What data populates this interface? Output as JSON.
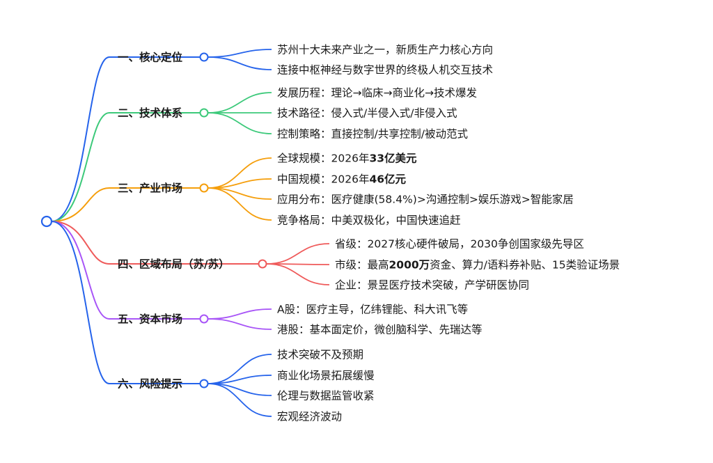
{
  "mindmap": {
    "root": "",
    "branches": [
      {
        "label": "一、核心定位",
        "color": "#2563eb",
        "items": [
          {
            "parts": [
              {
                "text": "苏州十大未来产业之一，新质生产力核心方向"
              }
            ]
          },
          {
            "parts": [
              {
                "text": "连接中枢神经与数字世界的终极人机交互技术"
              }
            ]
          }
        ]
      },
      {
        "label": "二、技术体系",
        "color": "#3cc97a",
        "items": [
          {
            "parts": [
              {
                "text": "发展历程：理论→临床→商业化→技术爆发"
              }
            ]
          },
          {
            "parts": [
              {
                "text": "技术路径：侵入式/半侵入式/非侵入式"
              }
            ]
          },
          {
            "parts": [
              {
                "text": "控制策略：直接控制/共享控制/被动范式"
              }
            ]
          }
        ]
      },
      {
        "label": "三、产业市场",
        "color": "#f59e0b",
        "items": [
          {
            "parts": [
              {
                "text": "全球规模：2026年"
              },
              {
                "text": "33亿美元",
                "bold": true
              }
            ]
          },
          {
            "parts": [
              {
                "text": "中国规模：2026年"
              },
              {
                "text": "46亿元",
                "bold": true
              }
            ]
          },
          {
            "parts": [
              {
                "text": "应用分布：医疗健康(58.4%)>沟通控制>娱乐游戏>智能家居"
              }
            ]
          },
          {
            "parts": [
              {
                "text": "竞争格局：中美双极化，中国快速追赶"
              }
            ]
          }
        ]
      },
      {
        "label": "四、区域布局（苏/苏）",
        "color": "#ef5a5a",
        "items": [
          {
            "parts": [
              {
                "text": "省级：2027核心硬件破局，2030争创国家级先导区"
              }
            ]
          },
          {
            "parts": [
              {
                "text": "市级：最高"
              },
              {
                "text": "2000万",
                "bold": true
              },
              {
                "text": "资金、算力/语料券补贴、15类验证场景"
              }
            ]
          },
          {
            "parts": [
              {
                "text": "企业：景昱医疗技术突破，产学研医协同"
              }
            ]
          }
        ]
      },
      {
        "label": "五、资本市场",
        "color": "#a855f7",
        "items": [
          {
            "parts": [
              {
                "text": "A股：医疗主导，亿纬锂能、科大讯飞等"
              }
            ]
          },
          {
            "parts": [
              {
                "text": "港股：基本面定价，微创脑科学、先瑞达等"
              }
            ]
          }
        ]
      },
      {
        "label": "六、风险提示",
        "color": "#2563eb",
        "items": [
          {
            "parts": [
              {
                "text": "技术突破不及预期"
              }
            ]
          },
          {
            "parts": [
              {
                "text": "商业化场景拓展缓慢"
              }
            ]
          },
          {
            "parts": [
              {
                "text": "伦理与数据监管收紧"
              }
            ]
          },
          {
            "parts": [
              {
                "text": "宏观经济波动"
              }
            ]
          }
        ]
      }
    ]
  }
}
